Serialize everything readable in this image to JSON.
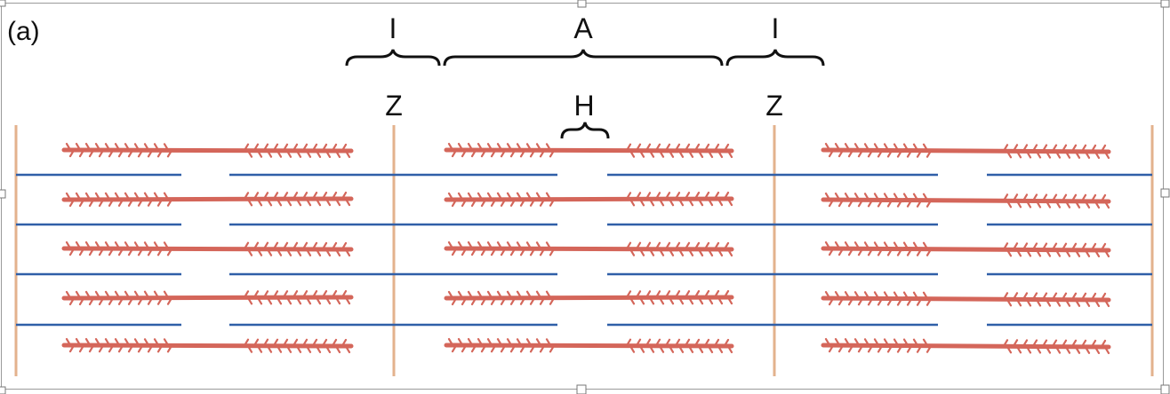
{
  "panel_label": "(a)",
  "labels": {
    "i_band_left": "I",
    "a_band": "A",
    "i_band_right": "I",
    "z_left": "Z",
    "h_zone": "H",
    "z_right": "Z"
  },
  "colors": {
    "thick_filament": "#d4665a",
    "thin_filament": "#2f5fa8",
    "z_line": "#e3b28d",
    "bracket": "#111111",
    "border": "#9a9a9a"
  },
  "icons": {
    "selection_handle": "square-handle-icon"
  }
}
